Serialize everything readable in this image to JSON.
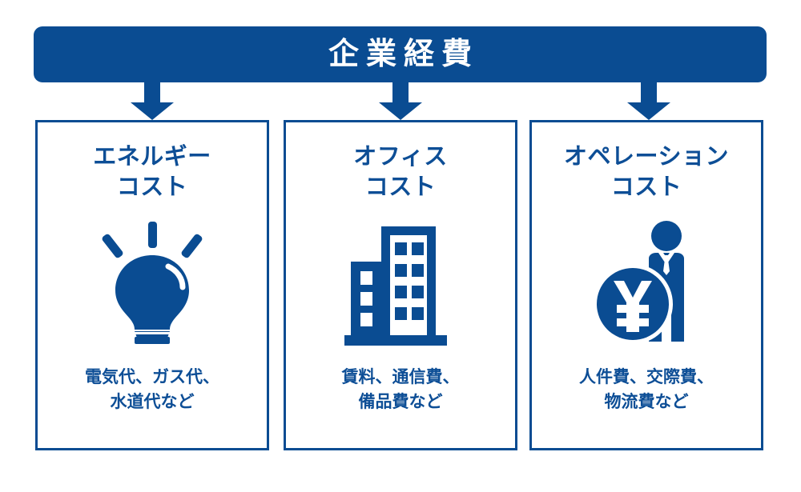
{
  "header": {
    "title": "企業経費"
  },
  "colors": {
    "brand_blue": "#0a4c92",
    "text_blue": "#0d4e96",
    "background": "#ffffff"
  },
  "arrows": [
    {
      "name": "arrow-to-energy"
    },
    {
      "name": "arrow-to-office"
    },
    {
      "name": "arrow-to-operation"
    }
  ],
  "cards": [
    {
      "title_line1": "エネルギー",
      "title_line2": "コスト",
      "icon": "lightbulb-icon",
      "caption_line1": "電気代、ガス代、",
      "caption_line2": "水道代など"
    },
    {
      "title_line1": "オフィス",
      "title_line2": "コスト",
      "icon": "office-building-icon",
      "caption_line1": "賃料、通信費、",
      "caption_line2": "備品費など"
    },
    {
      "title_line1": "オペレーション",
      "title_line2": "コスト",
      "icon": "businessperson-yen-icon",
      "caption_line1": "人件費、交際費、",
      "caption_line2": "物流費など"
    }
  ]
}
